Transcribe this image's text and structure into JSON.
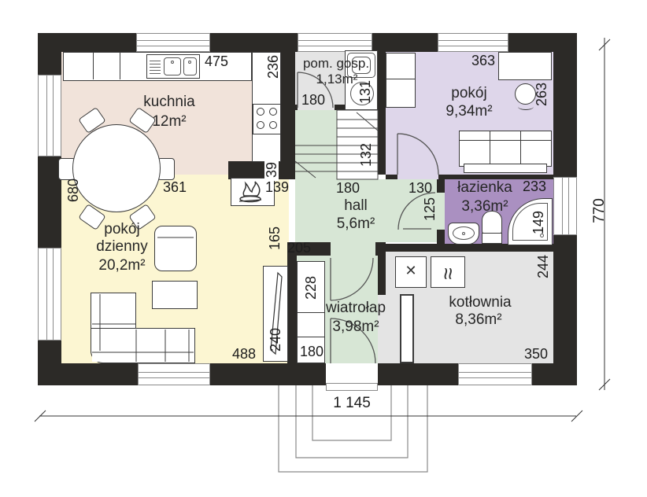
{
  "plan": {
    "rooms": {
      "kuchnia": {
        "name": "kuchnia",
        "area": "12m²"
      },
      "pokoj_dzienny": {
        "name": "pokój dzienny",
        "area": "20,2m²"
      },
      "pom_gosp": {
        "name": "pom. gosp.",
        "area": "1,13m²"
      },
      "hall": {
        "name": "hall",
        "area": "5,6m²"
      },
      "pokoj": {
        "name": "pokój",
        "area": "9,34m²"
      },
      "lazienka": {
        "name": "łazienka",
        "area": "3,36m²"
      },
      "wiatrolap": {
        "name": "wiatrołap",
        "area": "3,98m²"
      },
      "kotlownia": {
        "name": "kotłownia",
        "area": "8,36m²"
      }
    },
    "dimensions": {
      "kitchen_counter": "475",
      "kitchen_side": "236",
      "dining_height": "680",
      "dining_width": "361",
      "chimney_wall": "39",
      "fireplace": "139",
      "pom_gosp_width": "180",
      "pom_gosp_depth": "131",
      "stairs_width": "132",
      "pokoj_width": "363",
      "pokoj_depth": "263",
      "hall_width": "180",
      "pokoj_door": "130",
      "lazienka_door": "125",
      "lazienka_width": "233",
      "shower": "149",
      "hall_side": "165",
      "hall_opening": "205",
      "wardrobe_height": "228",
      "tv_unit": "240",
      "wardrobe_width": "180",
      "living_width": "488",
      "kotlownia_depth": "244",
      "kotlownia_width": "350",
      "total_depth": "770",
      "total_width": "1 145"
    },
    "colors": {
      "wall": "#2c2a27",
      "kuchnia": "#f1e3da",
      "pokoj_dzienny": "#fcf6d2",
      "hall_green": "#d7e6d5",
      "pokoj_purple": "#ded6ea",
      "lazienka_purple": "#aa90c1",
      "utility_gray": "#e4e4e4"
    },
    "icons": {
      "boiler_fan": "✕",
      "boiler_heater": "≈"
    }
  }
}
